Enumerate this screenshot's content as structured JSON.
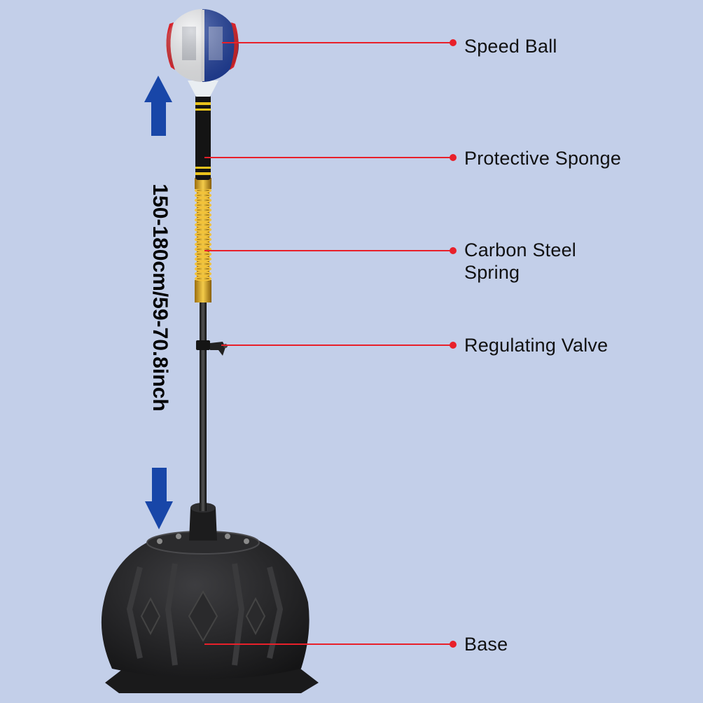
{
  "labels": {
    "speed_ball": "Speed Ball",
    "protective_sponge": "Protective Sponge",
    "spring_line1": "Carbon Steel",
    "spring_line2": "Spring",
    "regulating_valve": "Regulating Valve",
    "base": "Base"
  },
  "dimension": "150-180cm/59-70.8inch",
  "colors": {
    "background": "#c3cfe9",
    "leader_line": "#e8202a",
    "arrow": "#1846a8",
    "ball_blue": "#1f3f9e",
    "ball_red": "#d8232a",
    "spring_gold": "#d9a521",
    "sponge_stripe": "#e9c21c",
    "base": "#232325"
  }
}
